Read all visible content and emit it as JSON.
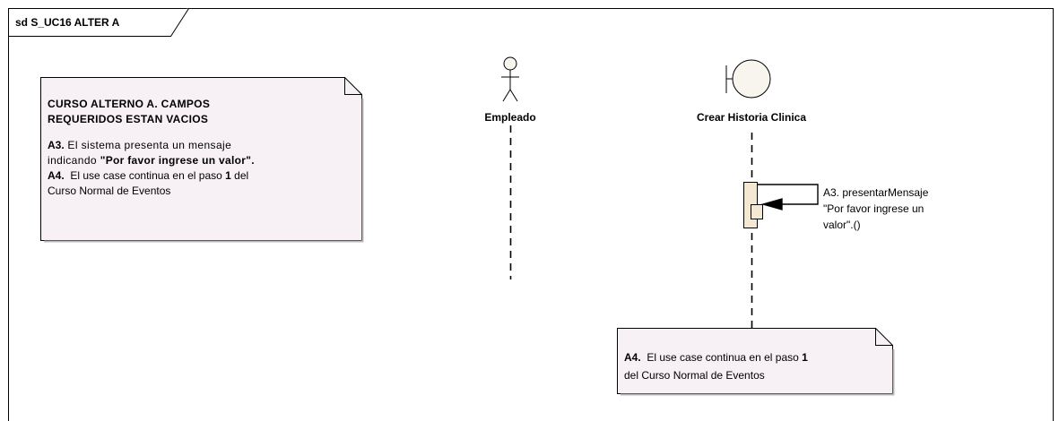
{
  "frame": {
    "label": "sd S_UC16 ALTER A"
  },
  "note_main": {
    "title_line1": "CURSO ALTERNO A. CAMPOS",
    "title_line2": "REQUERIDOS ESTAN VACIOS",
    "a3_label": "A3.",
    "a3_text": " El sistema presenta un mensaje",
    "a3_text2": "indicando ",
    "a3_quote": "\"Por favor ingrese un valor\".",
    "a4_label": "A4.",
    "a4_text": "  El use case continua en el paso ",
    "a4_step": "1",
    "a4_text2": " del",
    "a4_text3": "Curso Normal de Eventos"
  },
  "lifelines": {
    "actor": {
      "name": "Empleado"
    },
    "boundary": {
      "name": "Crear Historia Clinica"
    }
  },
  "self_message": {
    "line1": "A3. presentarMensaje",
    "line2": "\"Por favor ingrese un",
    "line3": "valor\".()"
  },
  "note_bottom": {
    "a4_label": "A4.",
    "a4_text": "  El use case continua en el paso ",
    "a4_step": "1",
    "line2": "del Curso Normal de Eventos"
  },
  "colors": {
    "note_fill": "#f7f0f4",
    "activation_fill": "#f5e8d3",
    "boundary_fill": "#f8f5ee",
    "line": "#000000"
  }
}
